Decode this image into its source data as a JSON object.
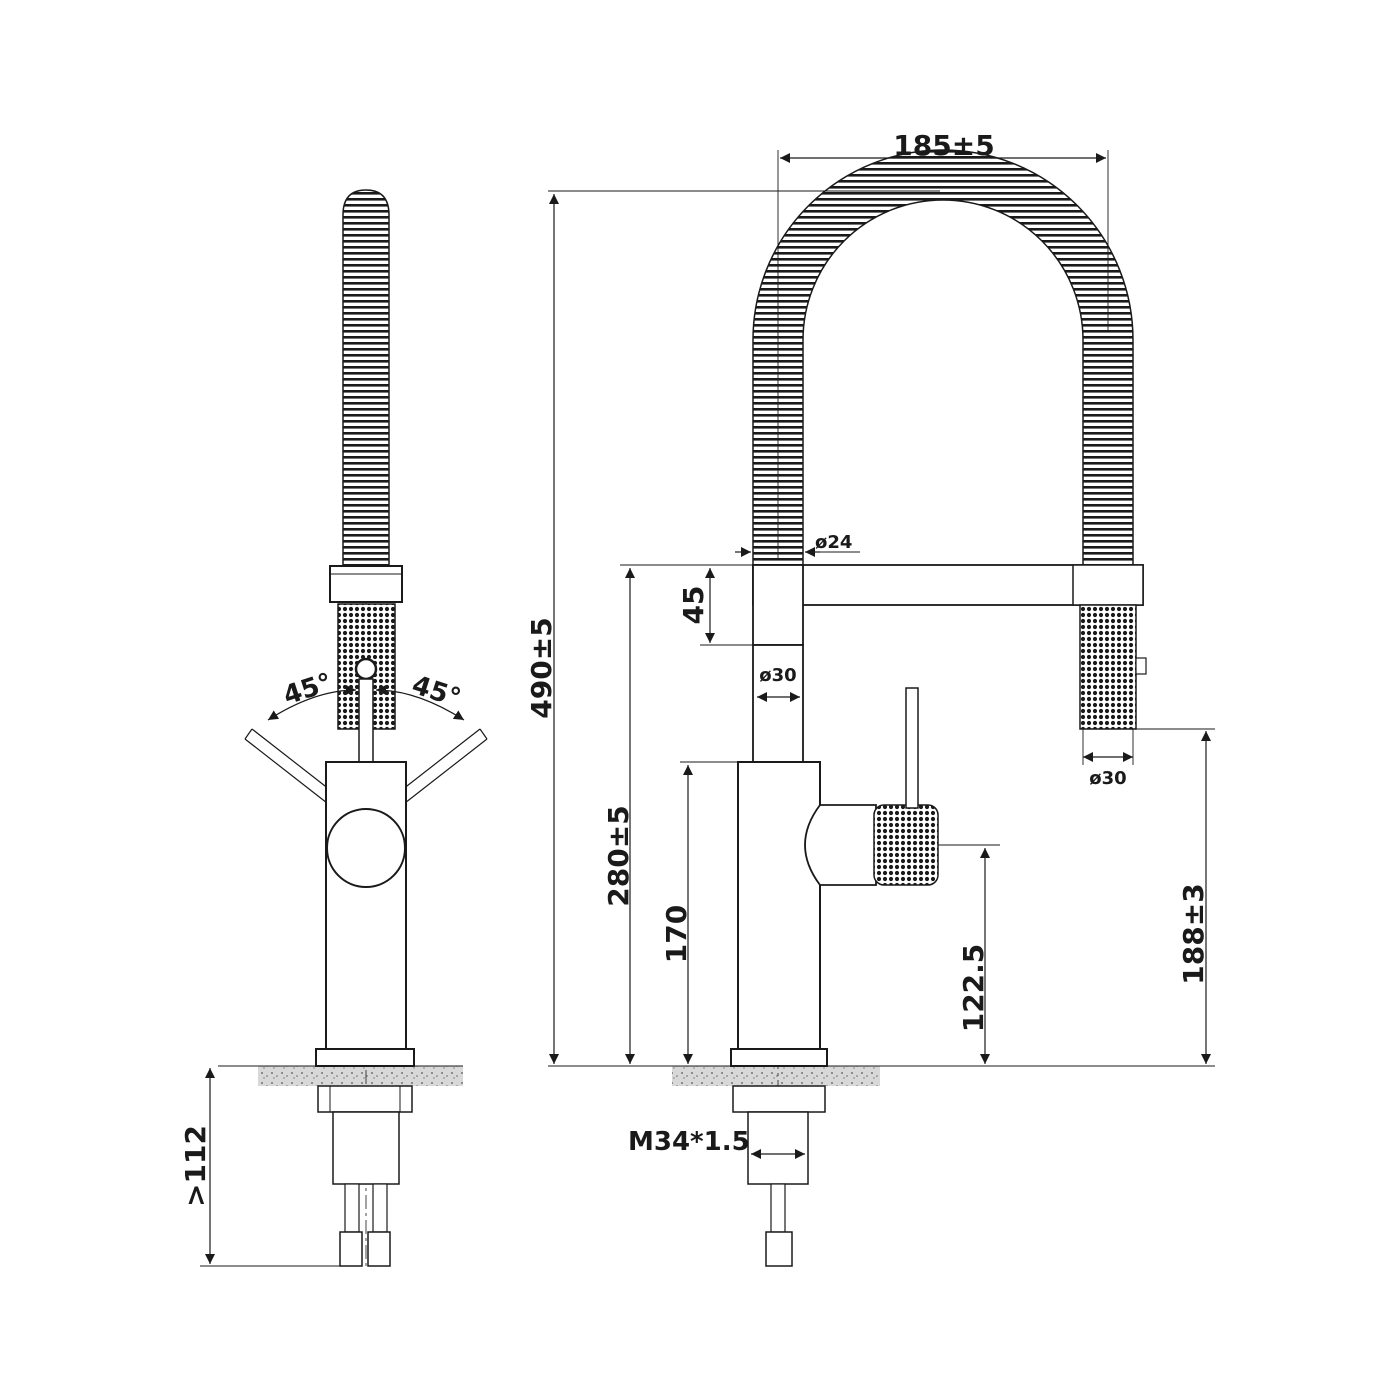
{
  "drawing": {
    "line_color": "#1a1a1a",
    "background": "#ffffff",
    "counter_fill": "#cfcfcf",
    "labels": {
      "angle_left": "45°",
      "angle_right": "45°",
      "below_counter": ">112",
      "reach": "185±5",
      "total_height": "490±5",
      "spout_height": "280±5",
      "body_height": "170",
      "lever_height": "122.5",
      "hose_section": "45",
      "hose_dia": "ø24",
      "body_dia": "ø30",
      "sprayhead_dia": "ø30",
      "outlet_height": "188±3",
      "thread": "M34*1.5"
    }
  }
}
